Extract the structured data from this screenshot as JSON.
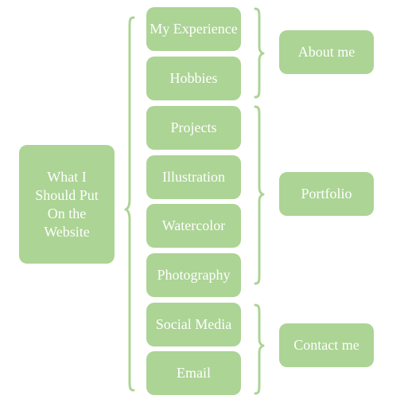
{
  "diagram": {
    "root": {
      "label": "What I Should Put On the Website"
    },
    "items": [
      {
        "key": "my-experience",
        "label": "My Experience"
      },
      {
        "key": "hobbies",
        "label": "Hobbies"
      },
      {
        "key": "projects",
        "label": "Projects"
      },
      {
        "key": "illustration",
        "label": "Illustration"
      },
      {
        "key": "watercolor",
        "label": "Watercolor"
      },
      {
        "key": "photography",
        "label": "Photography"
      },
      {
        "key": "social-media",
        "label": "Social Media"
      },
      {
        "key": "email",
        "label": "Email"
      }
    ],
    "groups": [
      {
        "key": "about-me",
        "label": "About me"
      },
      {
        "key": "portfolio",
        "label": "Portfolio"
      },
      {
        "key": "contact-me",
        "label": "Contact me"
      }
    ],
    "colors": {
      "box_fill": "#acd495",
      "text": "#ffffff",
      "connector": "#acd495"
    }
  }
}
